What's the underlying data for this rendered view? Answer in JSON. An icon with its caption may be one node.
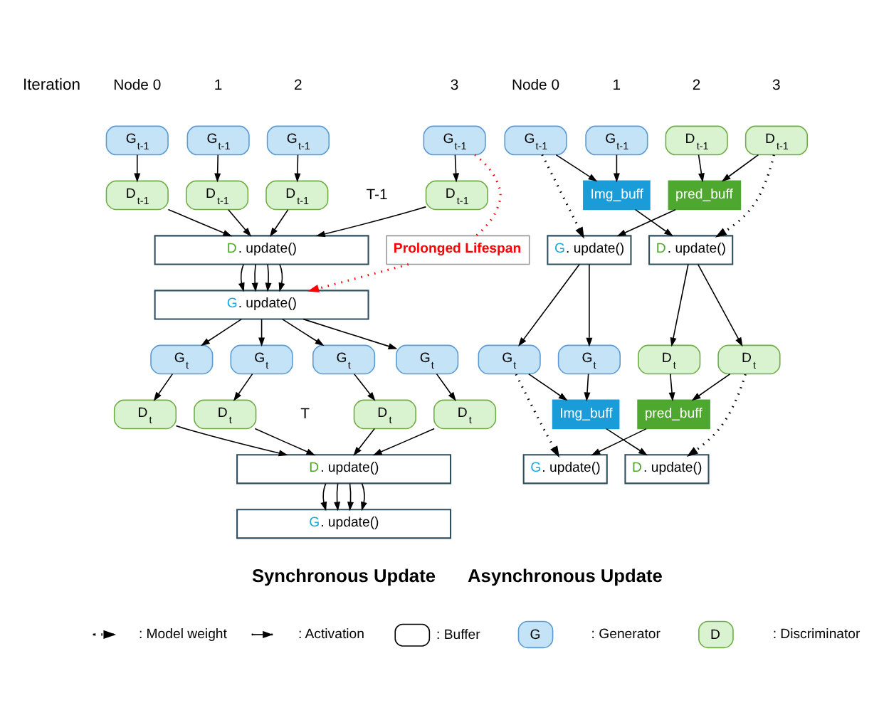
{
  "diagram": {
    "nodes": [
      {
        "text": [
          "G$_{t-1}$"
        ]
      },
      {
        "text": [
          "G$_{t-1}$"
        ]
      },
      {
        "text": [
          "G$_{t-1}$"
        ]
      },
      {
        "text": [
          "G$_{t-1}$"
        ]
      },
      {
        "text": [
          "D$_{t-1}$"
        ]
      },
      {
        "text": [
          "D$_{t-1}$"
        ]
      },
      {
        "text": [
          "D$_{t-1}$"
        ]
      },
      {
        "text": [
          "D$_{t-1}$"
        ]
      },
      {
        "text": [
          "D. update()"
        ]
      },
      {
        "text": [
          "G. update()"
        ]
      },
      {
        "text": [
          "Prolonged Lifespan"
        ]
      },
      {
        "text": [
          "G$_{t}$"
        ]
      },
      {
        "text": [
          "G$_{t}$"
        ]
      },
      {
        "text": [
          "G$_{t}$"
        ]
      },
      {
        "text": [
          "G$_{t}$"
        ]
      },
      {
        "text": [
          "D$_{t}$"
        ]
      },
      {
        "text": [
          "D$_{t}$"
        ]
      },
      {
        "text": [
          "D$_{t}$"
        ]
      },
      {
        "text": [
          "D$_{t}$"
        ]
      },
      {
        "text": [
          "D. update()"
        ]
      },
      {
        "text": [
          "G. update()"
        ]
      },
      {
        "text": [
          "G$_{t-1}$"
        ]
      },
      {
        "text": [
          "G$_{t-1}$"
        ]
      },
      {
        "text": [
          "D$_{t-1}$"
        ]
      },
      {
        "text": [
          "D$_{t-1}$"
        ]
      },
      {
        "text": [
          "Img_buff"
        ]
      },
      {
        "text": [
          "pred_buff"
        ]
      },
      {
        "text": [
          "G. update()"
        ]
      },
      {
        "text": [
          "D. update()"
        ]
      },
      {
        "text": [
          "G$_{t}$"
        ]
      },
      {
        "text": [
          "G$_{t}$"
        ]
      },
      {
        "text": [
          "D$_{t}$"
        ]
      },
      {
        "text": [
          "D$_{t}$"
        ]
      },
      {
        "text": [
          "Img_buff"
        ]
      },
      {
        "text": [
          "pred_buff"
        ]
      },
      {
        "text": [
          "G. update()"
        ]
      },
      {
        "text": [
          "D. update()"
        ]
      }
    ],
    "edges": [
      {
        "from": 0,
        "to": 4,
        "arrow": "to"
      },
      {
        "from": 1,
        "to": 5,
        "arrow": "to"
      },
      {
        "from": 2,
        "to": 6,
        "arrow": "to"
      },
      {
        "from": 3,
        "to": 7,
        "arrow": "to"
      },
      {
        "from": 4,
        "to": 8,
        "arrow": "to"
      },
      {
        "from": 5,
        "to": 8,
        "arrow": "to"
      },
      {
        "from": 6,
        "to": 8,
        "arrow": "to"
      },
      {
        "from": 7,
        "to": 8,
        "arrow": "to"
      },
      {
        "from": 8,
        "to": 9,
        "arrow": "to"
      },
      {
        "from": 8,
        "to": 9,
        "arrow": "to"
      },
      {
        "from": 8,
        "to": 9,
        "arrow": "to"
      },
      {
        "from": 8,
        "to": 9,
        "arrow": "to"
      },
      {
        "from": 3,
        "to": 10,
        "arrow": "none",
        "style": "dashed",
        "color": "#ff0000"
      },
      {
        "from": 10,
        "to": 9,
        "arrow": "to",
        "style": "dashed",
        "color": "#ff0000"
      },
      {
        "from": 9,
        "to": 11,
        "arrow": "to"
      },
      {
        "from": 9,
        "to": 12,
        "arrow": "to"
      },
      {
        "from": 9,
        "to": 13,
        "arrow": "to"
      },
      {
        "from": 9,
        "to": 14,
        "arrow": "to"
      },
      {
        "from": 11,
        "to": 15,
        "arrow": "to"
      },
      {
        "from": 12,
        "to": 16,
        "arrow": "to"
      },
      {
        "from": 13,
        "to": 17,
        "arrow": "to"
      },
      {
        "from": 14,
        "to": 18,
        "arrow": "to"
      },
      {
        "from": 15,
        "to": 19,
        "arrow": "to"
      },
      {
        "from": 16,
        "to": 19,
        "arrow": "to"
      },
      {
        "from": 17,
        "to": 19,
        "arrow": "to"
      },
      {
        "from": 18,
        "to": 19,
        "arrow": "to"
      },
      {
        "from": 19,
        "to": 20,
        "arrow": "to"
      },
      {
        "from": 19,
        "to": 20,
        "arrow": "to"
      },
      {
        "from": 19,
        "to": 20,
        "arrow": "to"
      },
      {
        "from": 19,
        "to": 20,
        "arrow": "to"
      },
      {
        "from": 21,
        "to": 25,
        "arrow": "to"
      },
      {
        "from": 22,
        "to": 25,
        "arrow": "to"
      },
      {
        "from": 23,
        "to": 26,
        "arrow": "to"
      },
      {
        "from": 24,
        "to": 26,
        "arrow": "to"
      },
      {
        "from": 21,
        "to": 27,
        "arrow": "to",
        "style": "dashed"
      },
      {
        "from": 24,
        "to": 28,
        "arrow": "to",
        "style": "dashed"
      },
      {
        "from": 25,
        "to": 28,
        "arrow": "to"
      },
      {
        "from": 26,
        "to": 27,
        "arrow": "to"
      },
      {
        "from": 27,
        "to": 29,
        "arrow": "to"
      },
      {
        "from": 27,
        "to": 30,
        "arrow": "to"
      },
      {
        "from": 28,
        "to": 31,
        "arrow": "to"
      },
      {
        "from": 28,
        "to": 32,
        "arrow": "to"
      },
      {
        "from": 29,
        "to": 33,
        "arrow": "to"
      },
      {
        "from": 30,
        "to": 33,
        "arrow": "to"
      },
      {
        "from": 31,
        "to": 34,
        "arrow": "to"
      },
      {
        "from": 32,
        "to": 34,
        "arrow": "to"
      },
      {
        "from": 29,
        "to": 35,
        "arrow": "to",
        "style": "dashed"
      },
      {
        "from": 32,
        "to": 36,
        "arrow": "to",
        "style": "dashed"
      },
      {
        "from": 33,
        "to": 36,
        "arrow": "to"
      },
      {
        "from": 34,
        "to": 35,
        "arrow": "to"
      }
    ],
    "labels": [
      "Iteration",
      "Node 0",
      "1",
      "2",
      "3",
      "Node 0",
      "1",
      "2",
      "3",
      "T-1",
      "T",
      "Synchronous Update",
      "Asynchronous Update",
      "G",
      "D"
    ],
    "legend": [
      {
        "text": ": Model weight"
      },
      {
        "text": ": Activation"
      },
      {
        "text": ": Buffer"
      },
      {
        "text": ": Generator",
        "color": "#c5e3f6"
      },
      {
        "text": ": Discriminator",
        "color": "#d9f2d0"
      }
    ]
  }
}
